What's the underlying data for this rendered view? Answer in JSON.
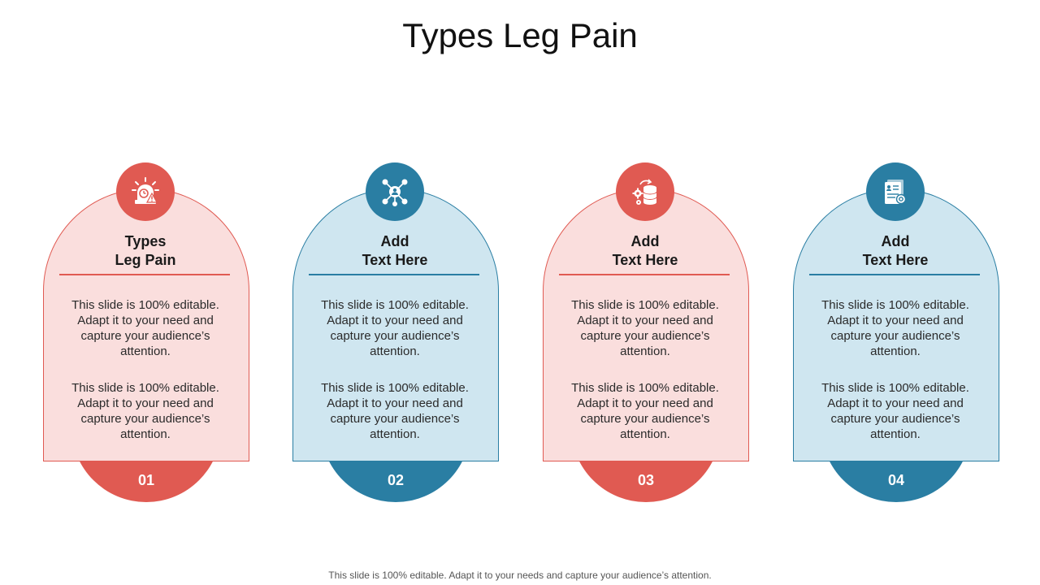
{
  "title": "Types Leg Pain",
  "cards": [
    {
      "number": "01",
      "heading_line1": "Types",
      "heading_line2": "Leg Pain",
      "para1": "This slide is 100% editable. Adapt it to your need and capture your audience’s attention.",
      "para2": "This slide is 100% editable. Adapt it to your need and capture your audience’s attention.",
      "icon": "alarm-warning-icon",
      "color": "#e05a52"
    },
    {
      "number": "02",
      "heading_line1": "Add",
      "heading_line2": "Text Here",
      "para1": "This slide is 100% editable. Adapt it to your need and capture your audience’s attention.",
      "para2": "This slide is 100% editable. Adapt it to your need and capture your audience’s attention.",
      "icon": "network-people-icon",
      "color": "#2a7ea3"
    },
    {
      "number": "03",
      "heading_line1": "Add",
      "heading_line2": "Text Here",
      "para1": "This slide is 100% editable. Adapt it to your need and capture your audience’s attention.",
      "para2": "This slide is 100% editable. Adapt it to your need and capture your audience’s attention.",
      "icon": "database-gear-icon",
      "color": "#e05a52"
    },
    {
      "number": "04",
      "heading_line1": "Add",
      "heading_line2": "Text Here",
      "para1": "This slide is 100% editable. Adapt it to your need and capture your audience’s attention.",
      "para2": "This slide is 100% editable. Adapt it to your need and capture your audience’s attention.",
      "icon": "document-profile-icon",
      "color": "#2a7ea3"
    }
  ],
  "footer": "This slide is 100% editable. Adapt it to your needs and capture your audience’s attention."
}
